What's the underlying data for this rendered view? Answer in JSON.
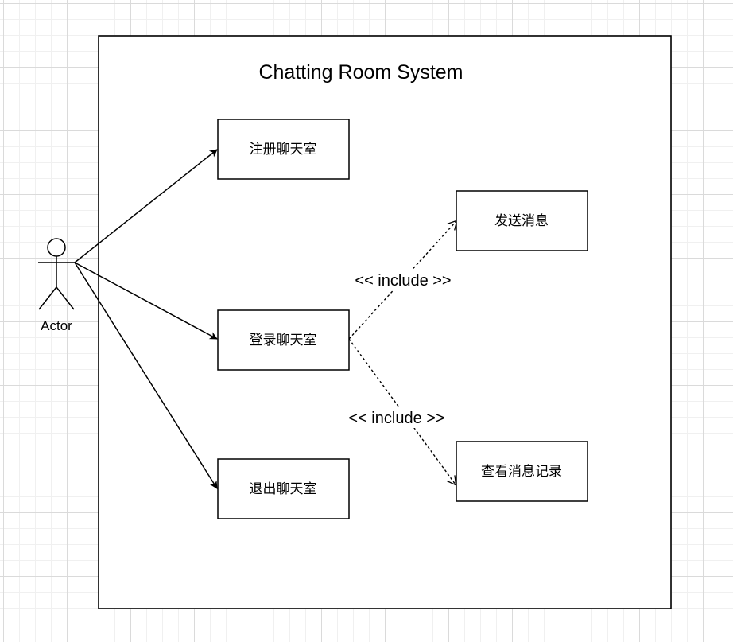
{
  "system": {
    "title": "Chatting Room System"
  },
  "actor": {
    "label": "Actor"
  },
  "use_cases": {
    "register": "注册聊天室",
    "login": "登录聊天室",
    "logout": "退出聊天室",
    "send_message": "发送消息",
    "view_history": "查看消息记录"
  },
  "relations": {
    "include_send": "<< include >>",
    "include_history": "<< include >>"
  }
}
